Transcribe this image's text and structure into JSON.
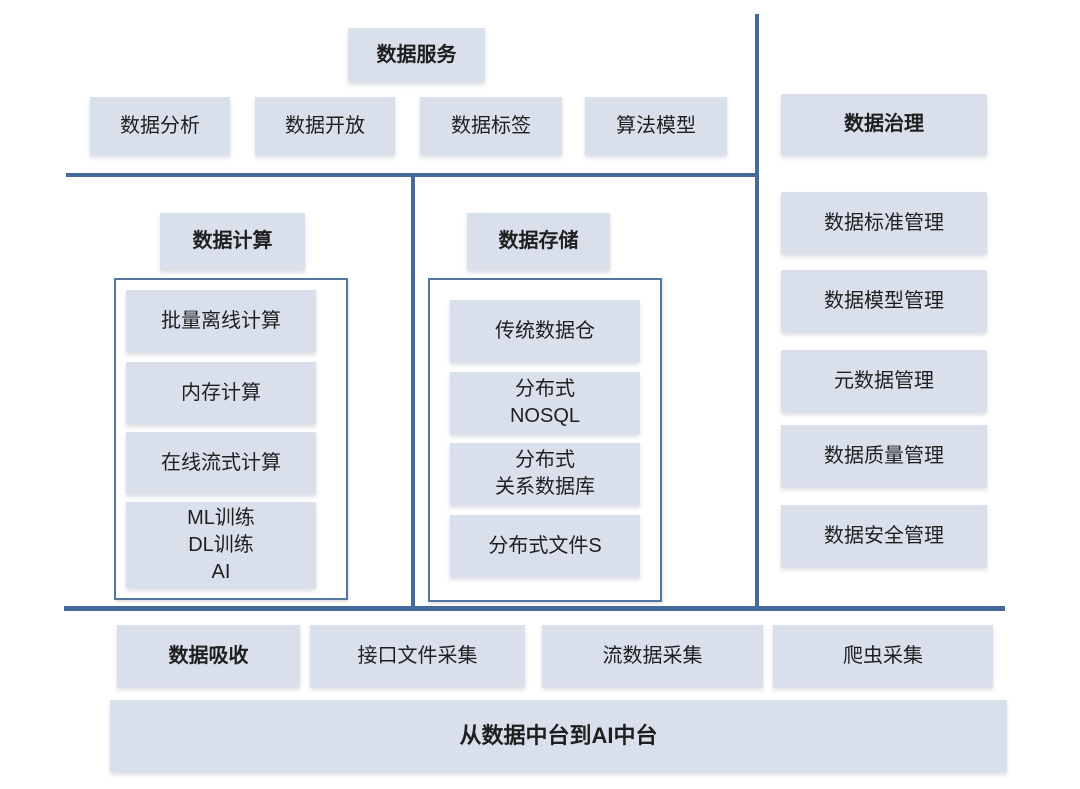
{
  "diagram": {
    "banner": "从数据中台到AI中台",
    "service": {
      "header": "数据服务",
      "items": [
        "数据分析",
        "数据开放",
        "数据标签",
        "算法模型"
      ]
    },
    "governance": {
      "header": "数据治理",
      "items": [
        "数据标准管理",
        "数据模型管理",
        "元数据管理",
        "数据质量管理",
        "数据安全管理"
      ]
    },
    "compute": {
      "header": "数据计算",
      "items": [
        "批量离线计算",
        "内存计算",
        "在线流式计算",
        "ML训练\nDL训练\nAI"
      ]
    },
    "storage": {
      "header": "数据存储",
      "items": [
        "传统数据仓",
        "分布式\nNOSQL",
        "分布式\n关系数据库",
        "分布式文件S"
      ]
    },
    "ingestion": {
      "header": "数据吸收",
      "items": [
        "接口文件采集",
        "流数据采集",
        "爬虫采集"
      ]
    },
    "colors": {
      "box_fill": "#d9e0ec",
      "divider_line": "#44699a",
      "group_border": "#54779f",
      "text": "#1f1f1f"
    }
  }
}
